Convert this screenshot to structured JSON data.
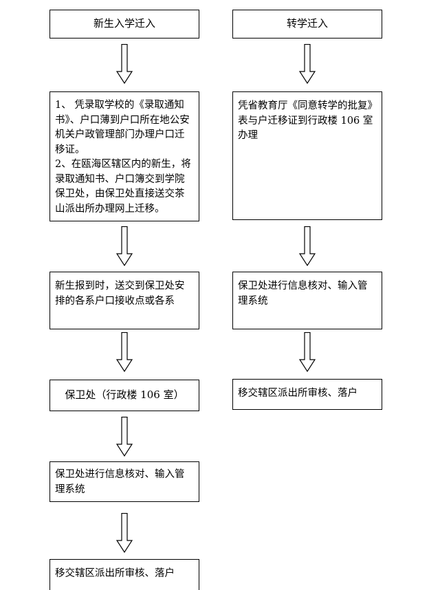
{
  "document": {
    "type": "flowchart",
    "language": "zh-CN",
    "colors": {
      "background": "#ffffff",
      "box_border": "#000000",
      "text": "#000000",
      "arrow_fill": "#ffffff",
      "arrow_outline": "#000000"
    }
  },
  "nodes": {
    "l1": {
      "text": "新生入学迁入"
    },
    "l2": {
      "text": "1、 凭录取学校的《录取通知\n书》、户口薄到户口所在地公安\n机关户政管理部门办理户口迁\n移证。\n2、在瓯海区辖区内的新生，将\n录取通知书、户口簿交到学院\n保卫处，由保卫处直接送交茶\n山派出所办理网上迁移。"
    },
    "l3": {
      "text": "新生报到时，送交到保卫处安\n排的各系户口接收点或各系"
    },
    "l4": {
      "text": "保卫处（行政楼 106 室）"
    },
    "l5": {
      "text": "保卫处进行信息核对、输入管\n理系统"
    },
    "l6": {
      "text": "移交辖区派出所审核、落户"
    },
    "r1": {
      "text": "转学迁入"
    },
    "r2": {
      "text": "凭省教育厅《同意转学的批复》\n表与户迁移证到行政楼 106 室\n办理"
    },
    "r3": {
      "text": "保卫处进行信息核对、输入管\n理系统"
    },
    "r4": {
      "text": "移交辖区派出所审核、落户"
    }
  }
}
